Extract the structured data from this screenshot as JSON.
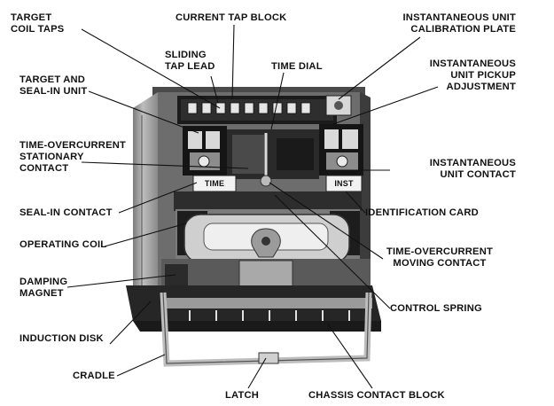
{
  "labels": {
    "target_coil_taps": [
      "TARGET",
      "COIL TAPS"
    ],
    "current_tap_block": "CURRENT TAP BLOCK",
    "instantaneous_unit_calibration_plate": [
      "INSTANTANEOUS UNIT",
      "CALIBRATION PLATE"
    ],
    "sliding_tap_lead": [
      "SLIDING",
      "TAP LEAD"
    ],
    "time_dial": "TIME DIAL",
    "target_and_seal_in_unit": [
      "TARGET AND",
      "SEAL-IN UNIT"
    ],
    "instantaneous_unit_pickup_adjustment": [
      "INSTANTANEOUS",
      "UNIT PICKUP",
      "ADJUSTMENT"
    ],
    "time_overcurrent_stationary_contact": [
      "TIME-OVERCURRENT",
      "STATIONARY",
      "CONTACT"
    ],
    "instantaneous_unit_contact": [
      "INSTANTANEOUS",
      "UNIT CONTACT"
    ],
    "seal_in_contact": "SEAL-IN CONTACT",
    "identification_card": "IDENTIFICATION CARD",
    "operating_coil": "OPERATING COIL",
    "time_overcurrent_moving_contact": [
      "TIME-OVERCURRENT",
      "MOVING CONTACT"
    ],
    "damping_magnet": [
      "DAMPING",
      "MAGNET"
    ],
    "control_spring": "CONTROL SPRING",
    "induction_disk": "INDUCTION DISK",
    "cradle": "CRADLE",
    "latch": "LATCH",
    "chassis_contact_block": "CHASSIS CONTACT BLOCK"
  },
  "nameplates": {
    "time": "TIME",
    "inst": "INST"
  }
}
